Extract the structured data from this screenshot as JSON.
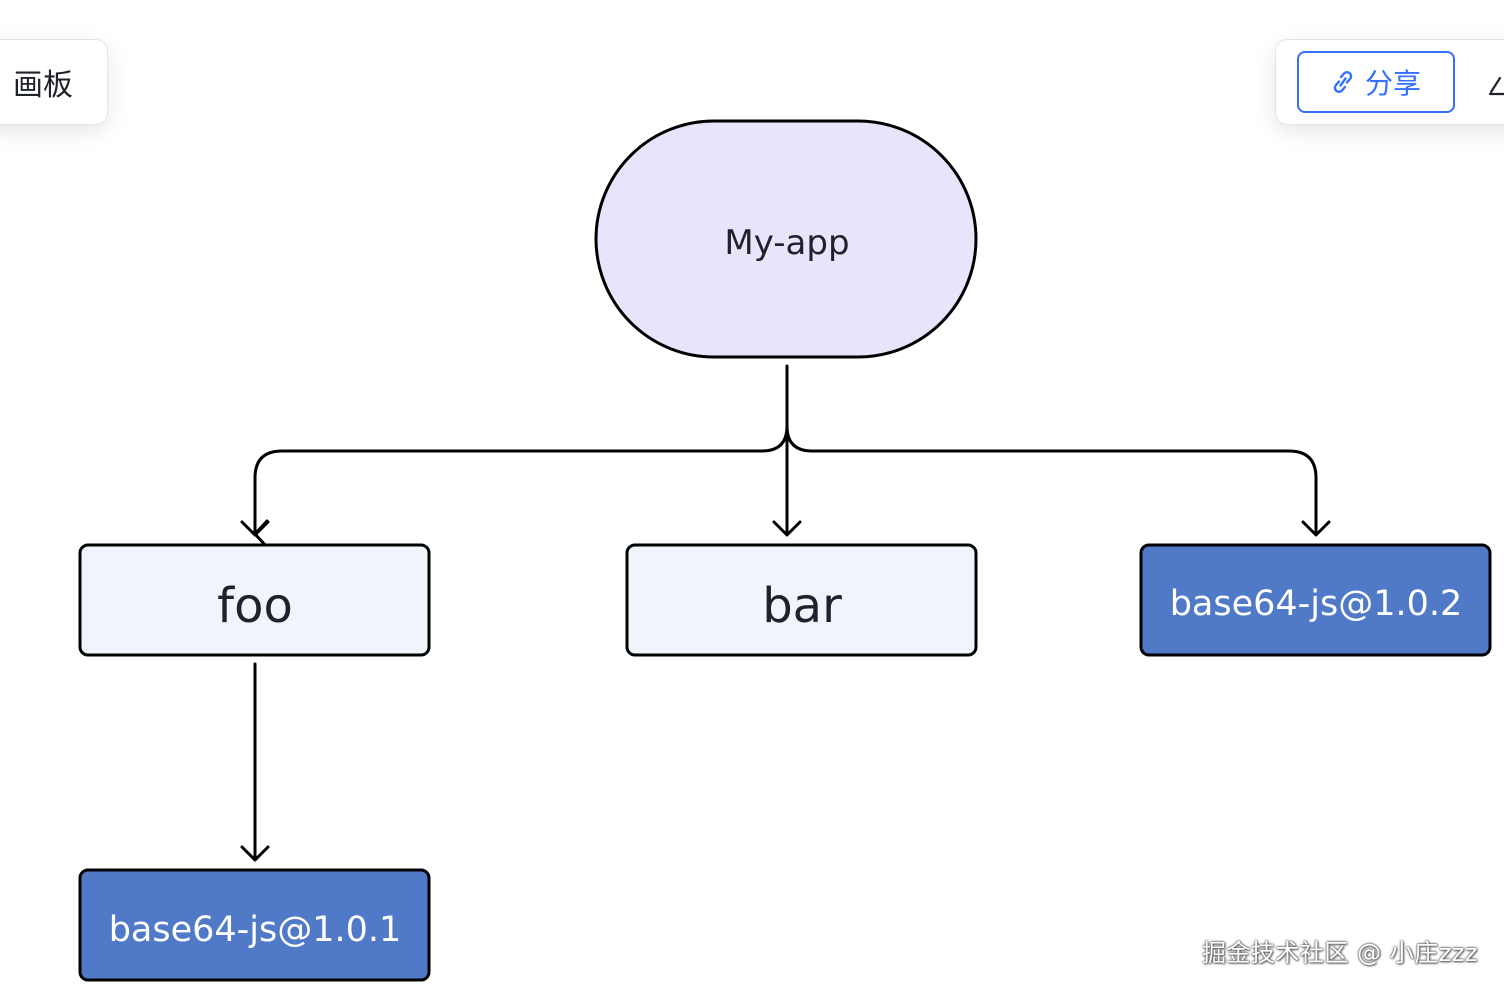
{
  "toolbar": {
    "board_label": "画板",
    "share_label": "分享",
    "share_icon": "link-icon",
    "more_icon": "edit-icon",
    "accent_color": "#3370ff"
  },
  "diagram": {
    "root": {
      "label": "My-app",
      "shape": "stadium",
      "fill": "#e8e4fc"
    },
    "children": [
      {
        "label": "foo",
        "fill": "#f0f4fb"
      },
      {
        "label": "bar",
        "fill": "#f0f4fb"
      },
      {
        "label": "base64-js@1.0.2",
        "fill": "#5079c8"
      }
    ],
    "grandchildren": [
      {
        "parent": "foo",
        "label": "base64-js@1.0.1",
        "fill": "#5079c8"
      }
    ]
  },
  "watermark": "掘金技术社区 @ 小庄zzz"
}
